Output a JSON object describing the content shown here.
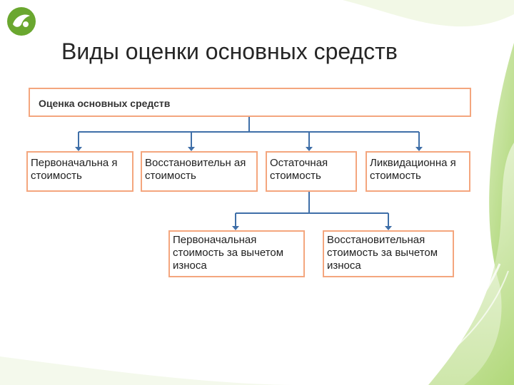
{
  "slide": {
    "title": "Виды оценки основных средств",
    "accent_color": "#7bb93a",
    "box_border_color": "#f4a67e",
    "connector_color": "#3f6fa8"
  },
  "diagram": {
    "root": {
      "label": "Оценка основных средств"
    },
    "level1": [
      {
        "label": "Первоначальна я стоимость"
      },
      {
        "label": "Восстановительн ая стоимость"
      },
      {
        "label": "Остаточная стоимость"
      },
      {
        "label": "Ликвидационна я стоимость"
      }
    ],
    "level2": [
      {
        "label": "Первоначальная стоимость за вычетом износа"
      },
      {
        "label": "Восстановительная стоимость за вычетом износа"
      }
    ]
  }
}
